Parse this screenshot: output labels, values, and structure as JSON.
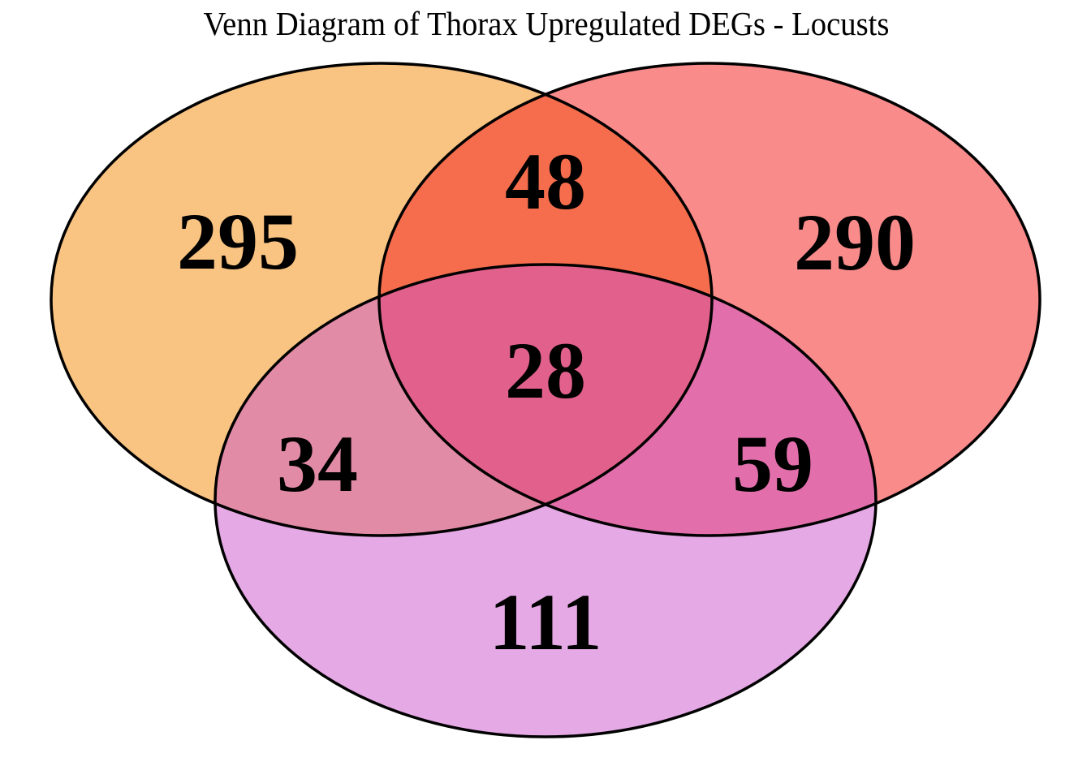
{
  "chart_data": {
    "type": "venn",
    "title": "Venn Diagram of Thorax Upregulated DEGs - Locusts",
    "background_color": "#FFFFFF",
    "outline_color": "#000000",
    "label_color": "#000000",
    "fill_opacity": "0.5",
    "sets": [
      {
        "position": "top-left",
        "fill": "#F38705",
        "displayed_color_over_white": "#F9C27E",
        "exclusive_count": 295
      },
      {
        "position": "top-right",
        "fill": "#F31717",
        "displayed_color_over_white": "#F98B8B",
        "exclusive_count": 290
      },
      {
        "position": "bottom",
        "fill": "#CB53CB",
        "displayed_color_over_white": "#E5A9E5",
        "exclusive_count": 111
      }
    ],
    "regions": {
      "left_only": 295,
      "right_only": 290,
      "bottom_only": 111,
      "left_and_right": 48,
      "left_and_bottom": 34,
      "right_and_bottom": 59,
      "all_three": 28
    },
    "overlap_displayed_colors": {
      "left_and_right": "#F6694A",
      "left_and_bottom": "#E28AA6",
      "right_and_bottom": "#E06FAB",
      "all_three": "#E0608B"
    }
  }
}
